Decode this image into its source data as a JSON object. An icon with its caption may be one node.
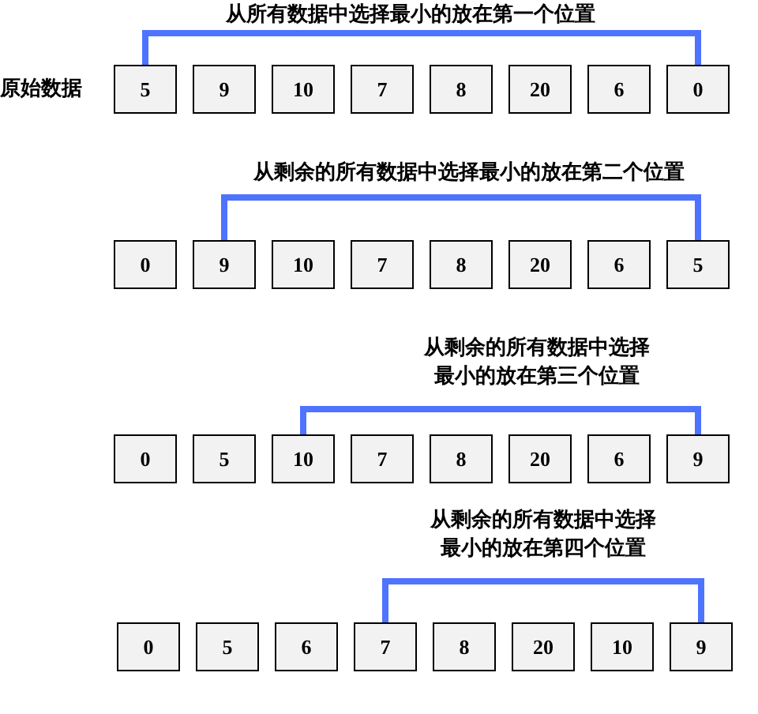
{
  "diagram": {
    "nodes": [
      {
        "text": [
          "5"
        ]
      },
      {
        "text": [
          "9"
        ]
      },
      {
        "text": [
          "10"
        ]
      },
      {
        "text": [
          "7"
        ]
      },
      {
        "text": [
          "8"
        ]
      },
      {
        "text": [
          "20"
        ]
      },
      {
        "text": [
          "6"
        ]
      },
      {
        "text": [
          "0"
        ]
      },
      {
        "text": [
          "0"
        ]
      },
      {
        "text": [
          "9"
        ]
      },
      {
        "text": [
          "10"
        ]
      },
      {
        "text": [
          "7"
        ]
      },
      {
        "text": [
          "8"
        ]
      },
      {
        "text": [
          "20"
        ]
      },
      {
        "text": [
          "6"
        ]
      },
      {
        "text": [
          "5"
        ]
      },
      {
        "text": [
          "0"
        ]
      },
      {
        "text": [
          "5"
        ]
      },
      {
        "text": [
          "10"
        ]
      },
      {
        "text": [
          "7"
        ]
      },
      {
        "text": [
          "8"
        ]
      },
      {
        "text": [
          "20"
        ]
      },
      {
        "text": [
          "6"
        ]
      },
      {
        "text": [
          "9"
        ]
      },
      {
        "text": [
          "0"
        ]
      },
      {
        "text": [
          "5"
        ]
      },
      {
        "text": [
          "6"
        ]
      },
      {
        "text": [
          "7"
        ]
      },
      {
        "text": [
          "8"
        ]
      },
      {
        "text": [
          "20"
        ]
      },
      {
        "text": [
          "10"
        ]
      },
      {
        "text": [
          "9"
        ]
      }
    ],
    "edges": [
      {
        "from": 0,
        "to": 7,
        "arrow": "none",
        "label": "从所有数据中选择最小的放在第一个位置"
      },
      {
        "from": 9,
        "to": 15,
        "arrow": "none",
        "label": "从剩余的所有数据中选择最小的放在第二个位置"
      },
      {
        "from": 18,
        "to": 23,
        "arrow": "none",
        "label": "从剩余的所有数据中选择最小的放在第三个位置"
      },
      {
        "from": 27,
        "to": 31,
        "arrow": "none",
        "label": "从剩余的所有数据中选择最小的放在第四个位置"
      }
    ],
    "labels": [
      "原始数据"
    ]
  }
}
